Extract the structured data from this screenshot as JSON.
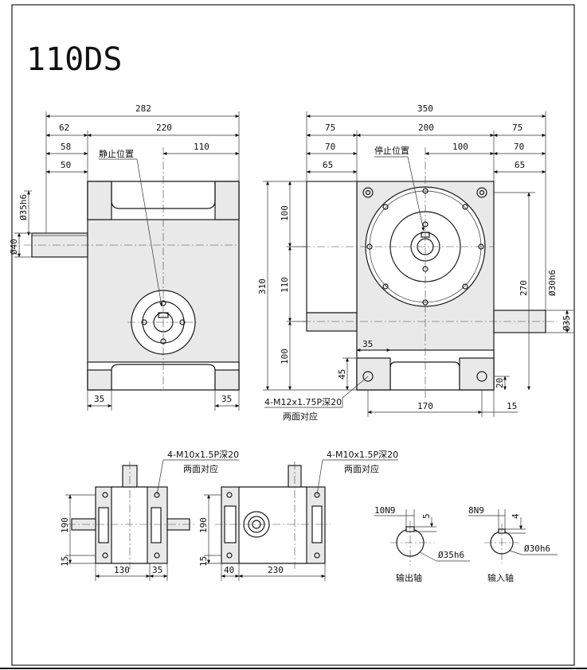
{
  "title": "110DS",
  "front_view": {
    "overall_width": "282",
    "dim_62": "62",
    "dim_220": "220",
    "dim_58": "58",
    "dim_110": "110",
    "dim_50": "50",
    "stop_position_label": "静止位置",
    "shaft_fit": "Ø35h6",
    "shaft_height": "Ø40",
    "foot_left": "35",
    "foot_right": "35"
  },
  "side_view": {
    "overall_width": "350",
    "dim_75_left": "75",
    "dim_200": "200",
    "dim_75_right": "75",
    "dim_70_left": "70",
    "dim_100_top": "100",
    "dim_70_right": "70",
    "dim_65_left": "65",
    "dim_65_right": "65",
    "stop_position_label": "停止位置",
    "total_height": "310",
    "vert_100_top": "100",
    "vert_110": "110",
    "vert_100_bottom": "100",
    "vert_270": "270",
    "shaft_fit": "Ø30h6",
    "shaft_dia": "Ø35",
    "dim_35": "35",
    "dim_45": "45",
    "dim_20": "20",
    "base_width": "170",
    "dim_15": "15",
    "hole_spec": "4-M12x1.75P深20",
    "hole_note": "两面对应"
  },
  "top_view_left": {
    "hole_spec": "4-M10x1.5P深20",
    "hole_note": "两面对应",
    "height": "190",
    "offset": "15",
    "width_130": "130",
    "width_35": "35"
  },
  "top_view_right": {
    "hole_spec": "4-M10x1.5P深20",
    "hole_note": "两面对应",
    "height": "190",
    "offset": "15",
    "width_40": "40",
    "width_230": "230"
  },
  "output_shaft": {
    "key_spec": "10N9",
    "key_depth": "5",
    "shaft_fit": "Ø35h6",
    "label": "输出轴"
  },
  "input_shaft": {
    "key_spec": "8N9",
    "key_depth": "4",
    "shaft_fit": "Ø30h6",
    "label": "输入轴"
  }
}
